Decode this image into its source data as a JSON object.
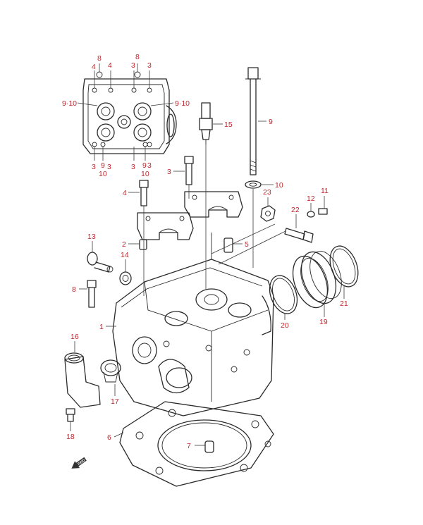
{
  "labels": {
    "inset_8a": "8",
    "inset_8b": "8",
    "inset_4a": "4",
    "inset_4b": "4",
    "inset_3a": "3",
    "inset_3b": "3",
    "inset_910_left": "9·10",
    "inset_910_right": "9·10",
    "inset_3c": "3",
    "inset_9a": "9",
    "inset_3d": "3",
    "inset_3e": "3",
    "inset_9b": "9",
    "inset_3f": "3",
    "inset_10a": "10",
    "inset_10b": "10",
    "p15": "15",
    "p9": "9",
    "p3": "3",
    "p10": "10",
    "p4": "4",
    "p23": "23",
    "p12": "12",
    "p11": "11",
    "p22": "22",
    "p13": "13",
    "p2": "2",
    "p5": "5",
    "p14": "14",
    "p8": "8",
    "p1": "1",
    "p20": "20",
    "p19": "19",
    "p21": "21",
    "p16": "16",
    "p17": "17",
    "p18": "18",
    "p6": "6",
    "p7": "7"
  },
  "fwd_label": "FWD",
  "colors": {
    "label": "#c0272d",
    "line": "#2a2a2a"
  }
}
